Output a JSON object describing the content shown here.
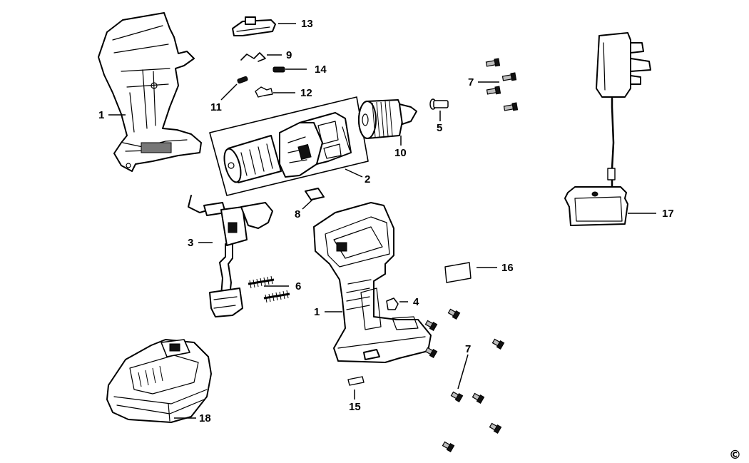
{
  "diagram": {
    "labels": {
      "l1a": "1",
      "l1b": "1",
      "l2": "2",
      "l3": "3",
      "l4": "4",
      "l5": "5",
      "l6": "6",
      "l7a": "7",
      "l7b": "7",
      "l8": "8",
      "l9": "9",
      "l10": "10",
      "l11": "11",
      "l12": "12",
      "l13": "13",
      "l14": "14",
      "l15": "15",
      "l16": "16",
      "l17": "17",
      "l18": "18"
    },
    "copyright": "©"
  }
}
